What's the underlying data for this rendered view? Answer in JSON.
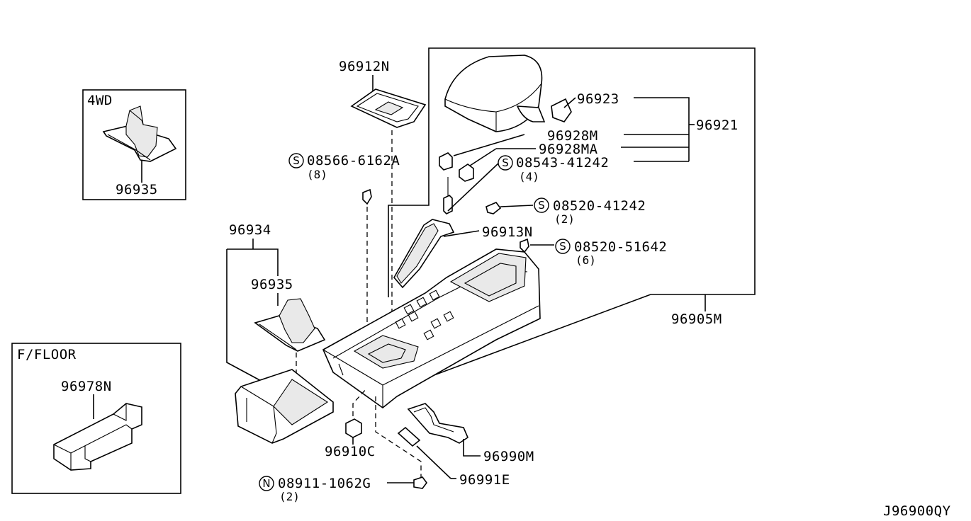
{
  "diagram": {
    "code": "J96900QY",
    "boxes": {
      "fwd": {
        "title": "4WD",
        "part": "96935"
      },
      "ffloor": {
        "title": "F/FLOOR",
        "part": "96978N"
      }
    },
    "parts": {
      "p96912N": "96912N",
      "p96923": "96923",
      "p96921": "96921",
      "p96928M": "96928M",
      "p96928MA": "96928MA",
      "p96913N": "96913N",
      "p96905M": "96905M",
      "p96934": "96934",
      "p96935": "96935",
      "p96910C": "96910C",
      "p96990M": "96990M",
      "p96991E": "96991E"
    },
    "fasteners": [
      {
        "symbol": "S",
        "number": "08566-6162A",
        "qty": "(8)"
      },
      {
        "symbol": "S",
        "number": "08543-41242",
        "qty": "(4)"
      },
      {
        "symbol": "S",
        "number": "08520-41242",
        "qty": "(2)"
      },
      {
        "symbol": "S",
        "number": "08520-51642",
        "qty": "(6)"
      },
      {
        "symbol": "N",
        "number": "08911-1062G",
        "qty": "(2)"
      }
    ]
  }
}
